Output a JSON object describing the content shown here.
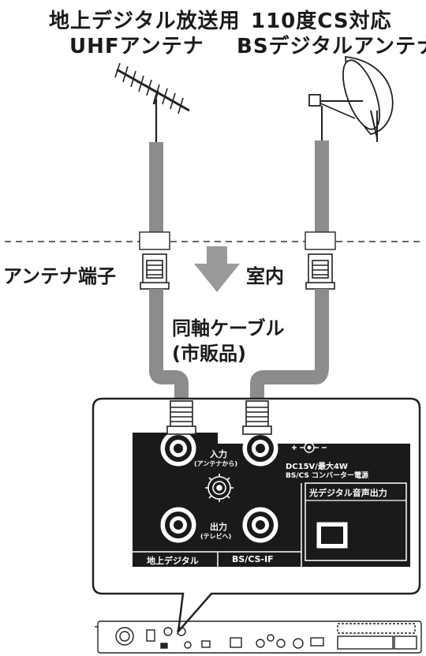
{
  "antennas": {
    "uhf_title_line1": "地上デジタル放送用",
    "uhf_title_line2": "UHFアンテナ",
    "bs_title_line1": "110度CS対応",
    "bs_title_line2": "BSデジタルアンテナ"
  },
  "labels": {
    "antenna_terminal": "アンテナ端子",
    "indoor": "室内",
    "coax_line1": "同軸ケーブル",
    "coax_line2": "(市販品)"
  },
  "panel": {
    "input_label": "入力",
    "input_sub": "(アンテナから)",
    "output_label": "出力",
    "output_sub": "(テレビへ)",
    "dc_line1": "DC15V/最大4W",
    "dc_line2": "BS/CS コンバーター電源",
    "optical_title": "光デジタル音声出力",
    "terrestrial_tab": "地上デジタル",
    "bscs_tab": "BS/CS-IF"
  },
  "colors": {
    "cable": "#8c8c8c",
    "panel_dark": "#1a1a1a",
    "arrow": "#9a9a9a"
  }
}
